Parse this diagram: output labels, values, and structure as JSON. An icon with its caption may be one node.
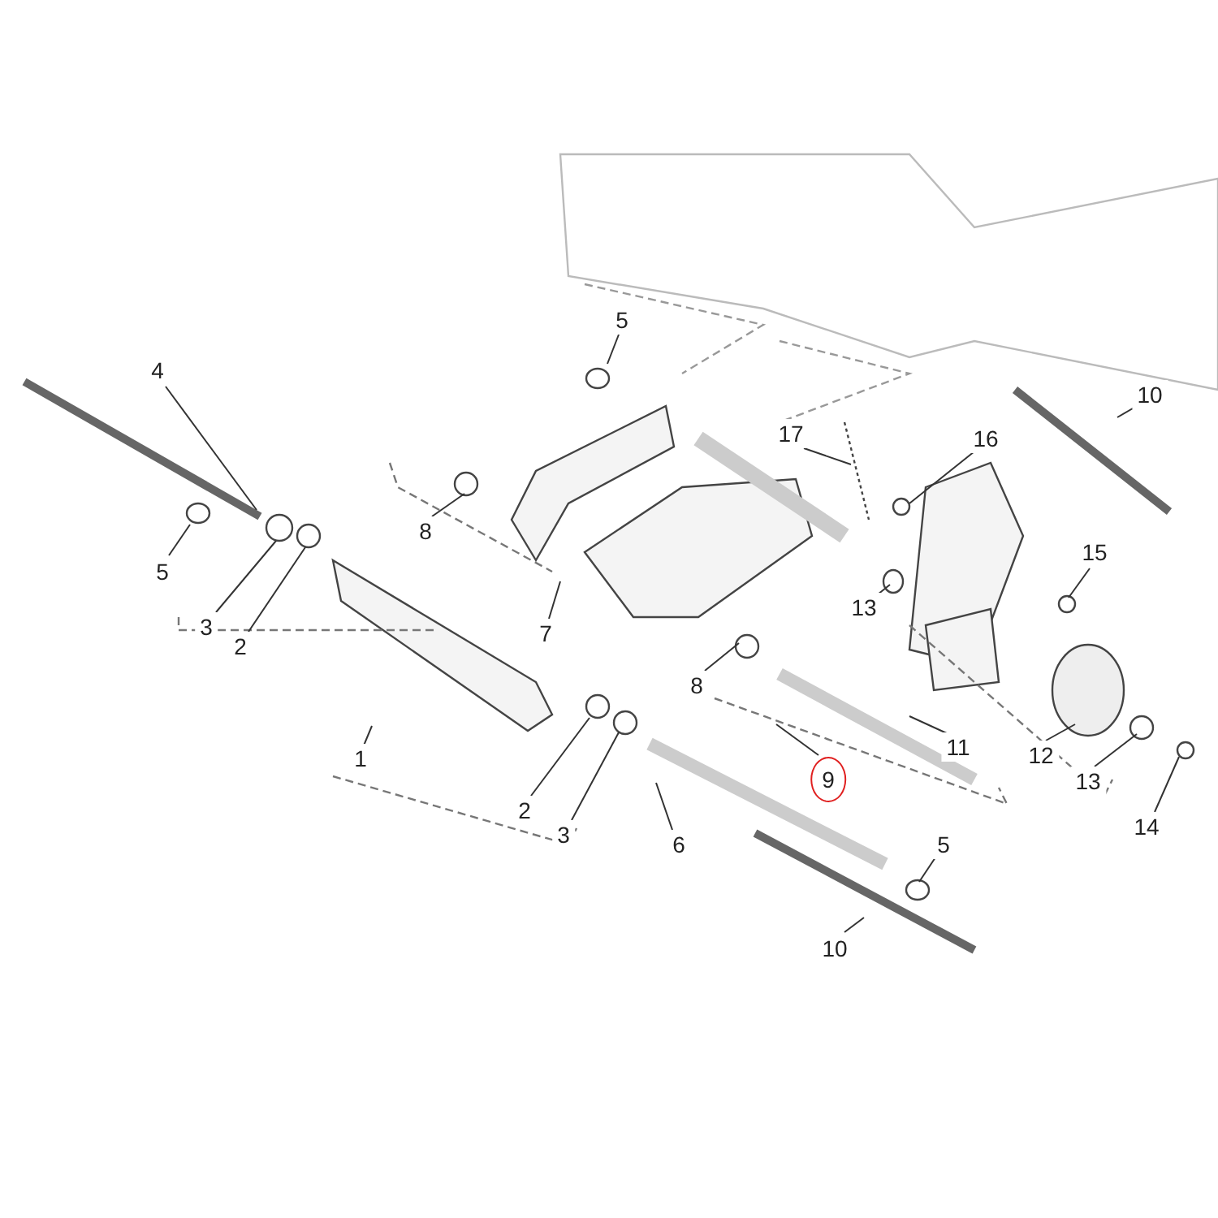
{
  "diagram": {
    "nodes": [
      {
        "text": [
          "5"
        ]
      },
      {
        "text": [
          "4"
        ]
      },
      {
        "text": [
          "10"
        ]
      },
      {
        "text": [
          "17"
        ]
      },
      {
        "text": [
          "16"
        ]
      },
      {
        "text": [
          "8"
        ]
      },
      {
        "text": [
          "5"
        ]
      },
      {
        "text": [
          "15"
        ]
      },
      {
        "text": [
          "3"
        ]
      },
      {
        "text": [
          "2"
        ]
      },
      {
        "text": [
          "7"
        ]
      },
      {
        "text": [
          "8"
        ]
      },
      {
        "text": [
          "13"
        ]
      },
      {
        "text": [
          "11"
        ]
      },
      {
        "text": [
          "12"
        ]
      },
      {
        "text": [
          "13"
        ]
      },
      {
        "text": [
          "9"
        ]
      },
      {
        "text": [
          "1"
        ]
      },
      {
        "text": [
          "2"
        ]
      },
      {
        "text": [
          "3"
        ]
      },
      {
        "text": [
          "14"
        ]
      },
      {
        "text": [
          "6"
        ]
      },
      {
        "text": [
          "5"
        ]
      },
      {
        "text": [
          "10"
        ]
      }
    ],
    "edges": [
      {
        "from": 0,
        "to": null,
        "arrow": "none"
      },
      {
        "from": 1,
        "to": null,
        "arrow": "none"
      },
      {
        "from": 2,
        "to": null,
        "arrow": "none"
      },
      {
        "from": 3,
        "to": null,
        "arrow": "none"
      },
      {
        "from": 4,
        "to": null,
        "arrow": "none"
      },
      {
        "from": 5,
        "to": null,
        "arrow": "none"
      },
      {
        "from": 6,
        "to": null,
        "arrow": "none"
      },
      {
        "from": 7,
        "to": null,
        "arrow": "none"
      },
      {
        "from": 8,
        "to": null,
        "arrow": "none"
      },
      {
        "from": 9,
        "to": null,
        "arrow": "none"
      },
      {
        "from": 10,
        "to": null,
        "arrow": "none"
      },
      {
        "from": 11,
        "to": null,
        "arrow": "none"
      },
      {
        "from": 12,
        "to": null,
        "arrow": "none"
      },
      {
        "from": 13,
        "to": null,
        "arrow": "none"
      },
      {
        "from": 14,
        "to": null,
        "arrow": "none"
      },
      {
        "from": 15,
        "to": null,
        "arrow": "none"
      },
      {
        "from": 16,
        "to": null,
        "arrow": "none"
      },
      {
        "from": 17,
        "to": null,
        "arrow": "none"
      },
      {
        "from": 18,
        "to": null,
        "arrow": "none"
      },
      {
        "from": 19,
        "to": null,
        "arrow": "none"
      },
      {
        "from": 20,
        "to": null,
        "arrow": "none"
      },
      {
        "from": 21,
        "to": null,
        "arrow": "none"
      },
      {
        "from": 22,
        "to": null,
        "arrow": "none"
      },
      {
        "from": 23,
        "to": null,
        "arrow": "none"
      }
    ]
  }
}
